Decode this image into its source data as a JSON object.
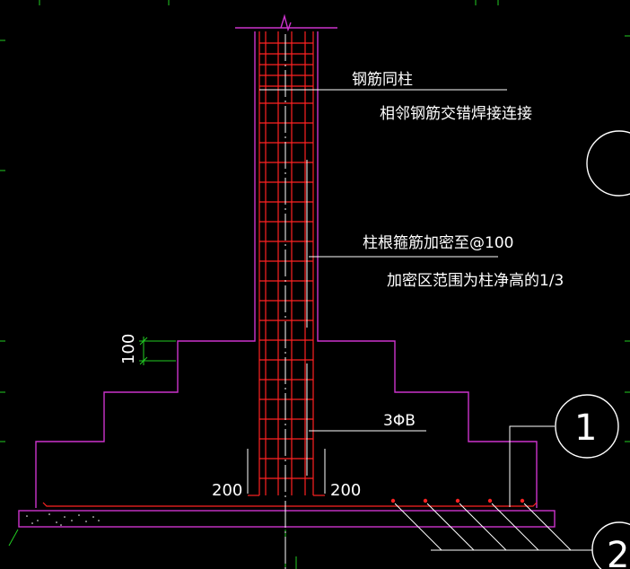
{
  "drawing": {
    "annotations": {
      "rebar_same_as_column": "钢筋同柱",
      "weld_connection": "相邻钢筋交错焊接连接",
      "stirrup_densify": "柱根箍筋加密至@100",
      "densify_range": "加密区范围为柱净高的1/3",
      "rebar_spec": "3ΦB"
    },
    "dimensions": {
      "step_height": "100",
      "left_offset": "200",
      "right_offset": "200"
    },
    "callouts": {
      "bubble_1": "1",
      "bubble_2": "2"
    },
    "colors": {
      "background": "#000000",
      "outline": "#cc33cc",
      "rebar": "#ff2222",
      "leader": "#ffffff",
      "grid_tick": "#22cc22",
      "dim_line": "#22cc22"
    }
  }
}
